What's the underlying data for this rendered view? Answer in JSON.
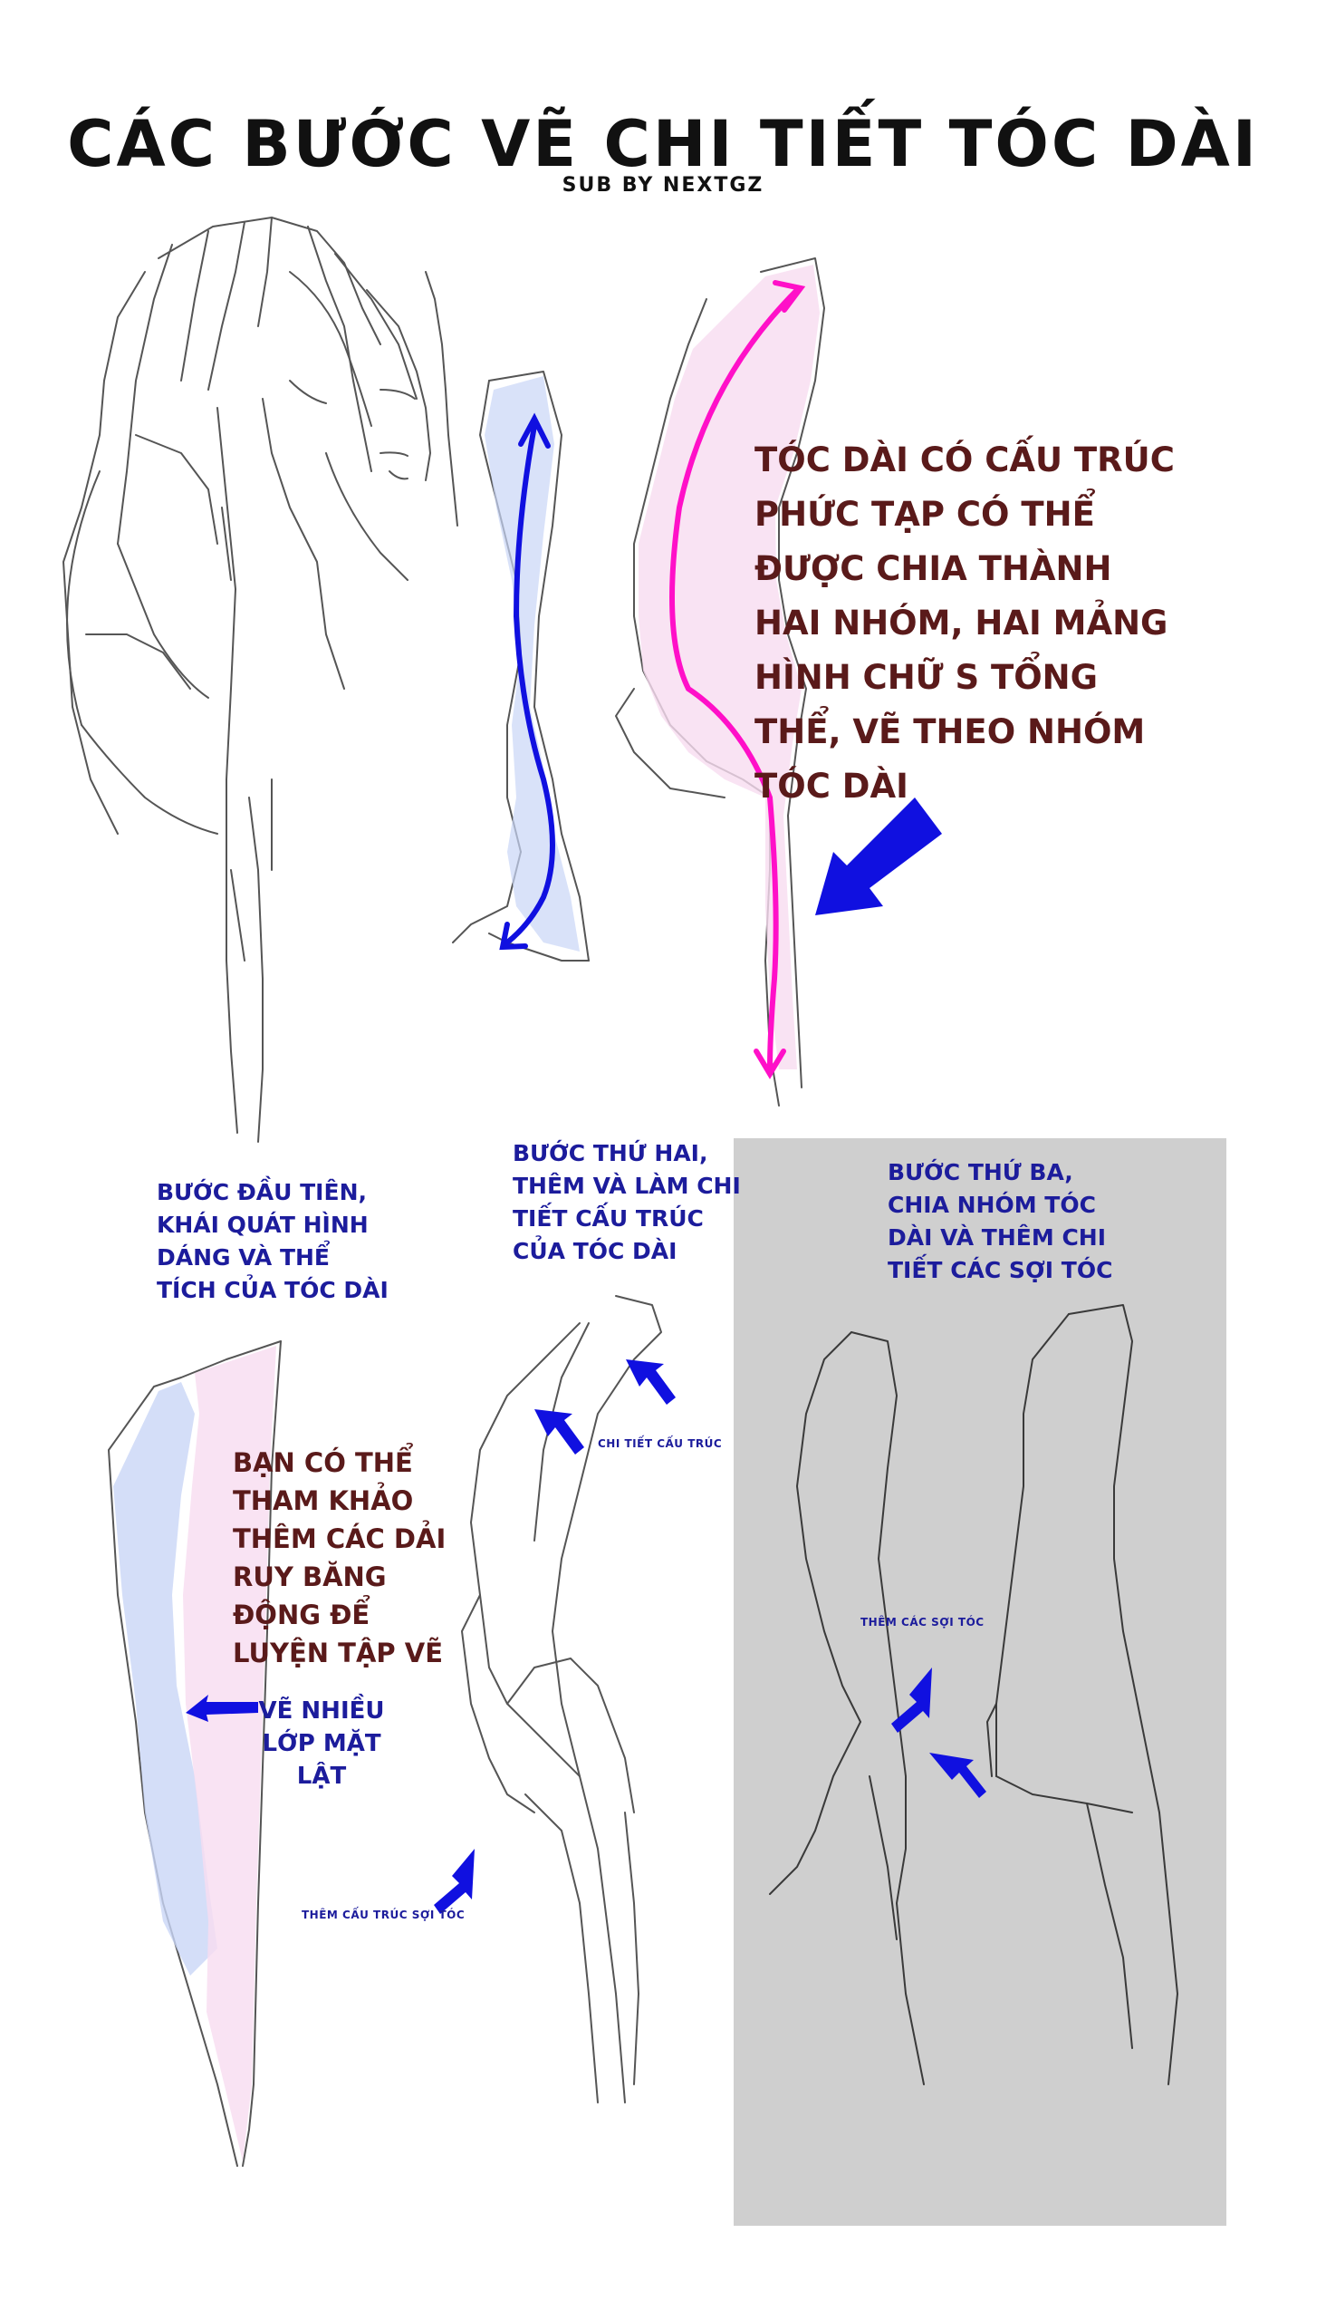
{
  "title": "CÁC BƯỚC VẼ CHI TIẾT TÓC DÀI",
  "subtitle": "SUB BY NEXTGZ",
  "notes": {
    "top": "TÓC DÀI CÓ CẤU TRÚC PHỨC TẠP CÓ THỂ ĐƯỢC CHIA THÀNH HAI NHÓM, HAI MẢNG HÌNH CHỮ S TỔNG THỂ, VẼ THEO NHÓM TÓC DÀI",
    "step1": "BƯỚC ĐẦU TIÊN, KHÁI QUÁT HÌNH DÁNG VÀ THỂ TÍCH CỦA TÓC DÀI",
    "step2": "BƯỚC THỨ HAI, THÊM VÀ LÀM CHI TIẾT CẤU TRÚC CỦA TÓC DÀI",
    "step3": "BƯỚC THỨ BA, CHIA NHÓM TÓC DÀI VÀ THÊM CHI TIẾT CÁC SỢI TÓC",
    "ribbon": "BẠN CÓ THỂ THAM KHẢO THÊM CÁC DẢI RUY BĂNG ĐỘNG ĐỂ LUYỆN TẬP VẼ",
    "layers": "VẼ NHIỀU LỚP MẶT LẬT"
  },
  "labels": {
    "structure_detail": "CHI TIẾT CẤU TRÚC",
    "add_strands": "THÊM CÁC SỢI TÓC",
    "add_hair_structure": "THÊM CẤU TRÚC SỢI TÓC"
  },
  "colors": {
    "title": "#111111",
    "note_red": "#5a1a1a",
    "note_navy": "#1c1c9c",
    "arrow_blue": "#1010e0",
    "arrow_magenta": "#ff10c8",
    "fill_blue": "#c9d6f6",
    "fill_pink": "#f7dcf0",
    "panel_grey": "#cfcfcf"
  }
}
